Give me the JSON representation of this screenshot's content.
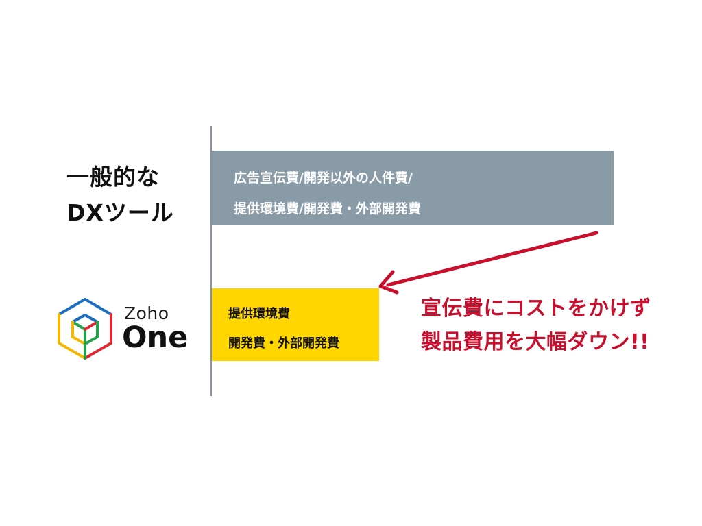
{
  "general_label": {
    "line1": "一般的な",
    "line2": "DXツール"
  },
  "general_costs": {
    "line1": "広告宣伝費/開発以外の人件費/",
    "line2": "提供環境費/開発費・外部開発費"
  },
  "zoho_logo": {
    "brand_top": "Zoho",
    "brand_bottom": "One",
    "icon": "zoho-one-cube-icon"
  },
  "zoho_costs": {
    "line1": "提供環境費",
    "line2": "開発費・外部開発費"
  },
  "callout": {
    "line1": "宣伝費にコストをかけず",
    "line2": "製品費用を大幅ダウン!!"
  },
  "colors": {
    "gray_bar": "#8a9ba8",
    "yellow_bar": "#ffd600",
    "accent_red": "#c8102e",
    "divider": "#8a9099",
    "logo_blue": "#1a6fc4",
    "logo_green": "#22a34a",
    "logo_red": "#e0262f",
    "logo_yellow": "#f5b800"
  }
}
